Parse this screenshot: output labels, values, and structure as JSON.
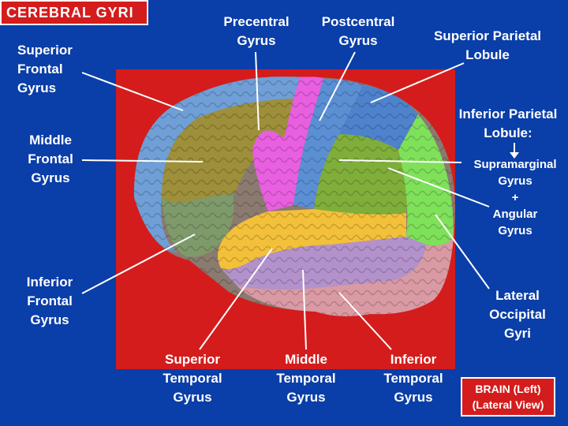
{
  "title": "CEREBRAL  GYRI",
  "labels": {
    "superior_frontal": "Superior\nFrontal\nGyrus",
    "precentral": "Precentral\nGyrus",
    "postcentral": "Postcentral\nGyrus",
    "superior_parietal": "Superior Parietal\nLobule",
    "inferior_parietal": "Inferior Parietal\nLobule:",
    "supramarginal": "Supramarginal\nGyrus\n+\nAngular\nGyrus",
    "middle_frontal": "Middle\nFrontal\nGyrus",
    "inferior_frontal": "Inferior\nFrontal\nGyrus",
    "lateral_occipital": "Lateral\nOccipital\nGyri",
    "superior_temporal": "Superior\nTemporal\nGyrus",
    "middle_temporal": "Middle\nTemporal\nGyrus",
    "inferior_temporal": "Inferior\nTemporal\nGyrus"
  },
  "caption": "BRAIN (Left)\n(Lateral View)",
  "colors": {
    "background": "#0a3ea8",
    "panel": "#d41c1c",
    "superior_frontal": "#6f9fd6",
    "middle_frontal": "#9e8f3a",
    "inferior_frontal": "#7f9a6a",
    "precentral": "#e85fe0",
    "postcentral": "#5b8fd4",
    "superior_parietal": "#5b8fd4",
    "supramarginal": "#7fae3a",
    "lateral_occipital": "#7fe05a",
    "superior_temporal": "#f3c03a",
    "middle_temporal": "#b392cc",
    "inferior_temporal": "#d99aa4"
  }
}
